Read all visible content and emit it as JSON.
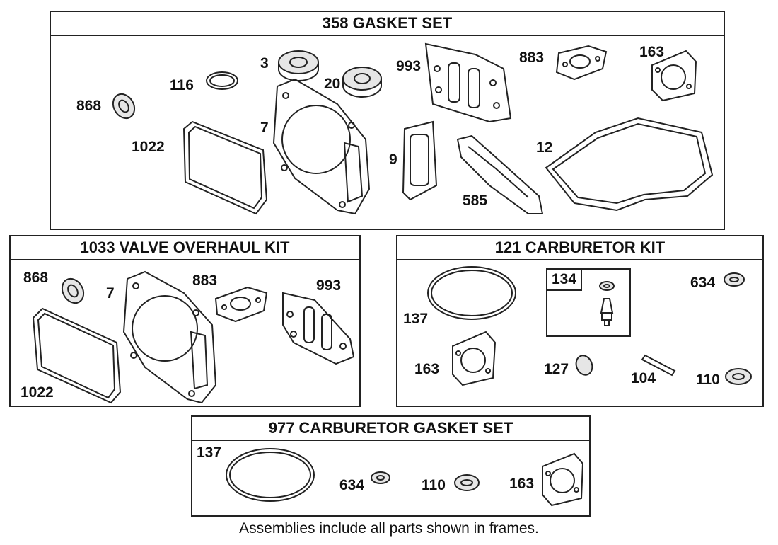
{
  "frames": {
    "gasket_set": {
      "title": "358 GASKET SET",
      "parts": {
        "p868": "868",
        "p116": "116",
        "p3": "3",
        "p20": "20",
        "p993": "993",
        "p883": "883",
        "p163": "163",
        "p1022": "1022",
        "p7": "7",
        "p9": "9",
        "p585": "585",
        "p12": "12"
      }
    },
    "valve_kit": {
      "title": "1033 VALVE OVERHAUL KIT",
      "parts": {
        "p868": "868",
        "p7": "7",
        "p883": "883",
        "p993": "993",
        "p1022": "1022"
      }
    },
    "carb_kit": {
      "title": "121 CARBURETOR KIT",
      "subassembly": "134",
      "parts": {
        "p137": "137",
        "p634": "634",
        "p163": "163",
        "p127": "127",
        "p104": "104",
        "p110": "110"
      }
    },
    "carb_gasket_set": {
      "title": "977 CARBURETOR  GASKET SET",
      "parts": {
        "p137": "137",
        "p634": "634",
        "p110": "110",
        "p163": "163"
      }
    }
  },
  "footnote": "Assemblies include all parts shown in frames."
}
